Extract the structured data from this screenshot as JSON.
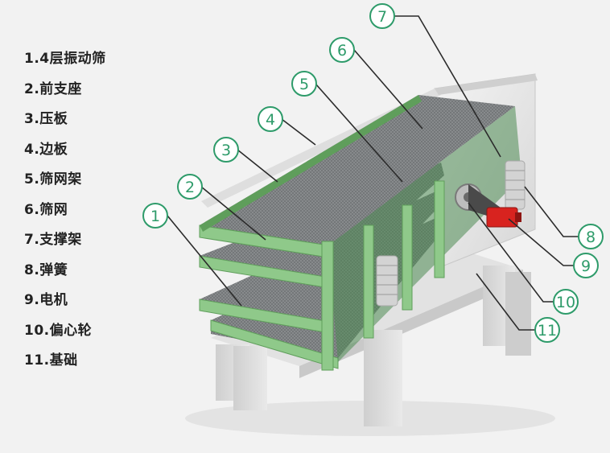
{
  "legend": [
    {
      "num": 1,
      "label": "1.4层振动筛"
    },
    {
      "num": 2,
      "label": "2.前支座"
    },
    {
      "num": 3,
      "label": "3.压板"
    },
    {
      "num": 4,
      "label": "4.边板"
    },
    {
      "num": 5,
      "label": "5.筛网架"
    },
    {
      "num": 6,
      "label": "6.筛网"
    },
    {
      "num": 7,
      "label": "7.支撑架"
    },
    {
      "num": 8,
      "label": "8.弹簧"
    },
    {
      "num": 9,
      "label": "9.电机"
    },
    {
      "num": 10,
      "label": "10.偏心轮"
    },
    {
      "num": 11,
      "label": "11.基础"
    }
  ],
  "callouts": [
    {
      "num": 1,
      "text": "1"
    },
    {
      "num": 2,
      "text": "2"
    },
    {
      "num": 3,
      "text": "3"
    },
    {
      "num": 4,
      "text": "4"
    },
    {
      "num": 5,
      "text": "5"
    },
    {
      "num": 6,
      "text": "6"
    },
    {
      "num": 7,
      "text": "7"
    },
    {
      "num": 8,
      "text": "8"
    },
    {
      "num": 9,
      "text": "9"
    },
    {
      "num": 10,
      "text": "10"
    },
    {
      "num": 11,
      "text": "11"
    }
  ],
  "colors": {
    "background": "#f2f2f2",
    "callout_green": "#2e9b6a",
    "frame_green": "#8fc98a",
    "frame_green_dark": "#5f9e5b",
    "mesh": "#8a8d8f",
    "side_plate": "#e6e6e6",
    "base": "#d8d8d8",
    "motor_red": "#d8231f"
  }
}
